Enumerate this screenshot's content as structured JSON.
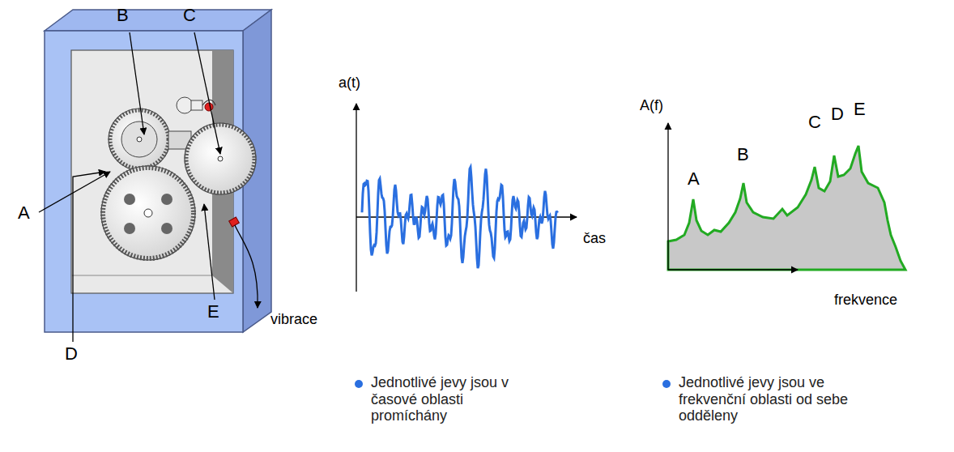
{
  "diagram": {
    "labels": [
      "B",
      "C",
      "A",
      "D",
      "E",
      "vibrace",
      "a(t)",
      "čas",
      "A(f)",
      "A",
      "B",
      "C",
      "D",
      "E",
      "frekvence",
      "Jednotlivé jevy jsou v časové oblasti promíchány",
      "Jednotlivé jevy jsou ve frekvenční oblasti od sebe odděleny"
    ]
  }
}
